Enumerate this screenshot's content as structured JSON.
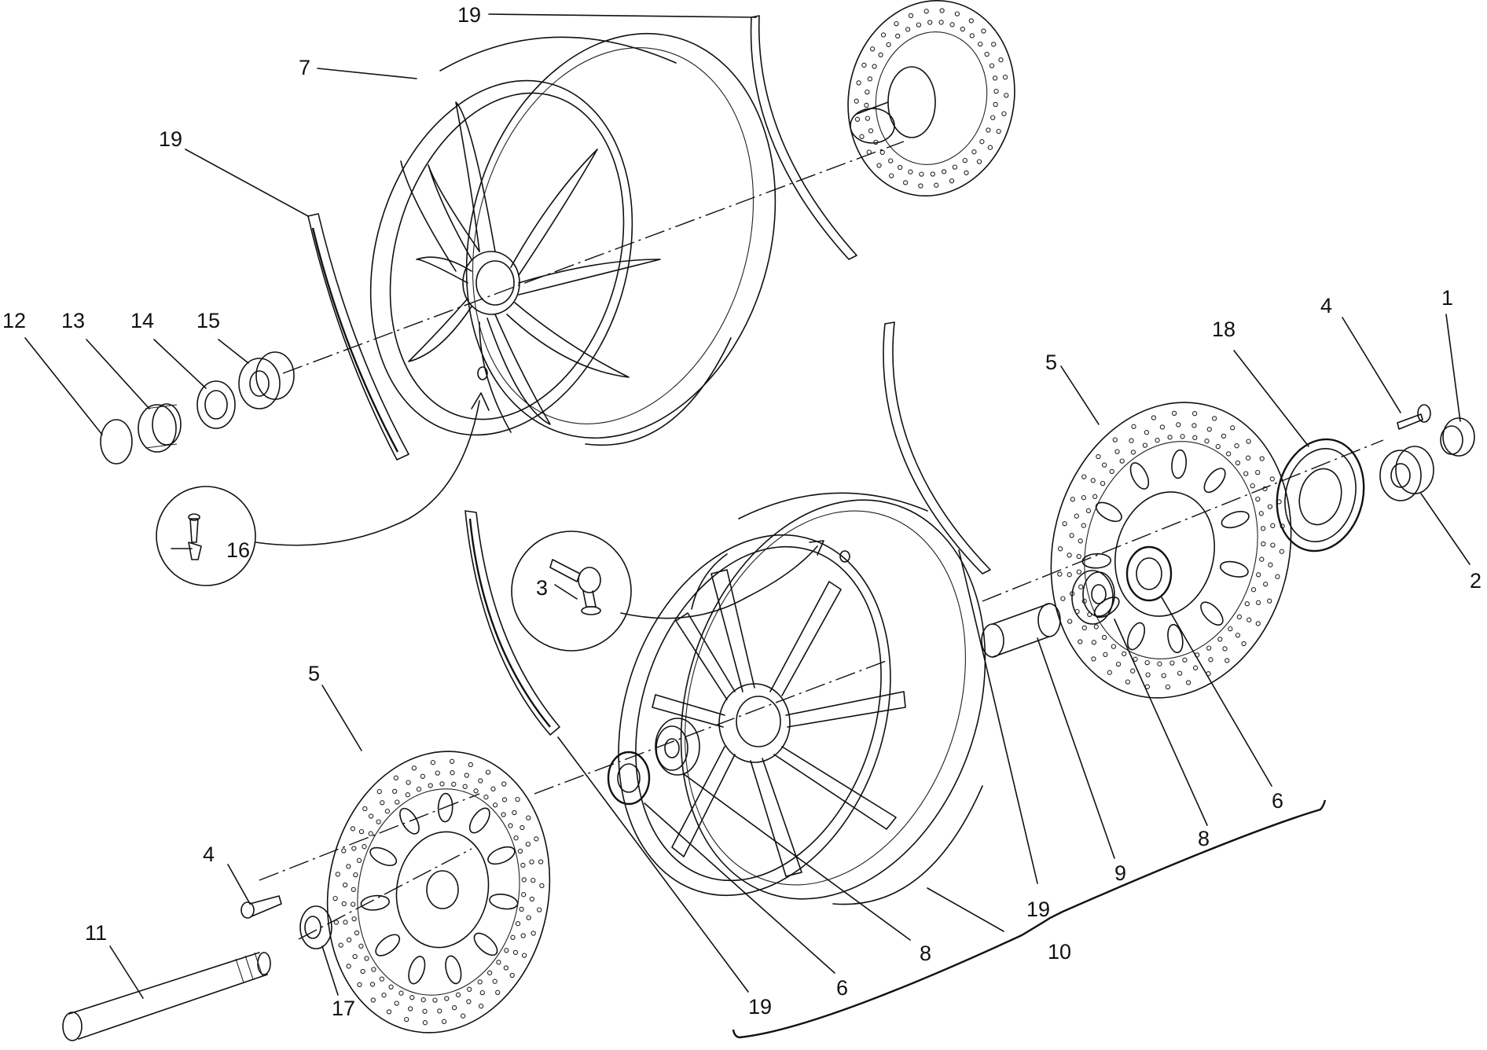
{
  "diagram": {
    "title": "",
    "parts": [
      {
        "id": "1"
      },
      {
        "id": "2"
      },
      {
        "id": "3"
      },
      {
        "id": "4"
      },
      {
        "id": "5"
      },
      {
        "id": "6"
      },
      {
        "id": "7"
      },
      {
        "id": "8"
      },
      {
        "id": "9"
      },
      {
        "id": "10"
      },
      {
        "id": "11"
      },
      {
        "id": "12"
      },
      {
        "id": "13"
      },
      {
        "id": "14"
      },
      {
        "id": "15"
      },
      {
        "id": "16"
      },
      {
        "id": "17"
      },
      {
        "id": "18"
      },
      {
        "id": "19"
      }
    ],
    "callouts": {
      "c1": "1",
      "c2": "2",
      "c3": "3",
      "c4a": "4",
      "c4b": "4",
      "c5a": "5",
      "c5b": "5",
      "c6a": "6",
      "c6b": "6",
      "c7": "7",
      "c8a": "8",
      "c8b": "8",
      "c9": "9",
      "c10": "10",
      "c11": "11",
      "c12": "12",
      "c13": "13",
      "c14": "14",
      "c15": "15",
      "c16": "16",
      "c17": "17",
      "c18": "18",
      "c19a": "19",
      "c19b": "19",
      "c19c": "19",
      "c19d": "19",
      "c19e": "19"
    }
  }
}
